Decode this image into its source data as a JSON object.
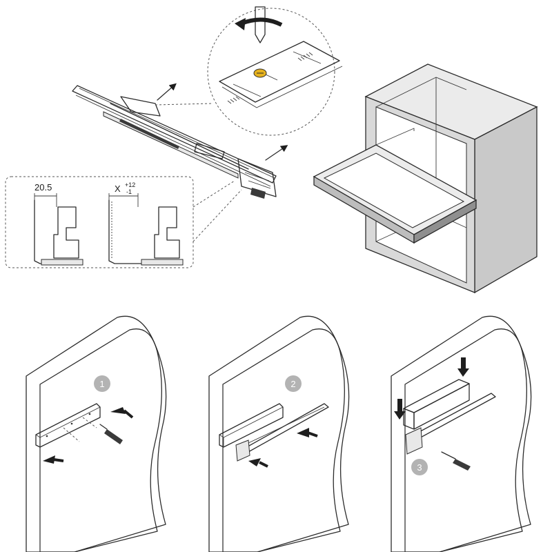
{
  "dimension": {
    "left_value": "20.5",
    "right_symbol": "X",
    "tolerance_plus": "+12",
    "tolerance_minus": "-1"
  },
  "steps": [
    {
      "label": "1"
    },
    {
      "label": "2"
    },
    {
      "label": "3"
    }
  ],
  "colors": {
    "step_badge": "#b3b3b3",
    "screw_highlight": "#e6b21e",
    "cabinet_front": "#d9d9d9",
    "cabinet_side": "#c9c9c9"
  }
}
